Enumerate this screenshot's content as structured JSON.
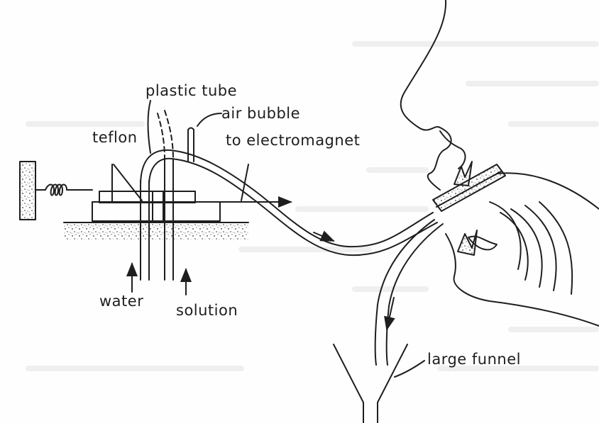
{
  "labels": {
    "plastic_tube": "plastic tube",
    "air_bubble": "air bubble",
    "teflon": "teflon",
    "electromagnet": "to electromagnet",
    "water": "water",
    "solution": "solution",
    "funnel": "large funnel"
  },
  "colors": {
    "ink": "#1e1e1e",
    "paper": "#fefefe",
    "text_ghost": "#ececec"
  }
}
